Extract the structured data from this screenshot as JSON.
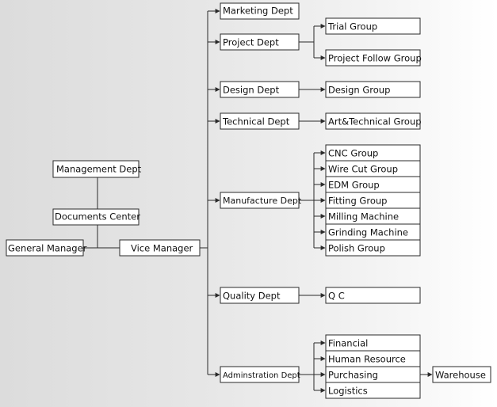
{
  "diagram": {
    "colors": {
      "box": "#ffffff",
      "line": "#2a2a2a",
      "text": "#111111"
    },
    "nodes": {
      "management": "Management Dept",
      "documents": "Documents Center",
      "general_manager": "General Manager",
      "vice_manager": "Vice Manager",
      "marketing": "Marketing Dept",
      "project": "Project Dept",
      "design": "Design Dept",
      "technical": "Technical Dept",
      "manufacture": "Manufacture Dept",
      "quality": "Quality Dept",
      "administration": "Adminstration Dept",
      "trial_group": "Trial Group",
      "project_follow_group": "Project Follow Group",
      "design_group": "Design Group",
      "art_technical_group": "Art&Technical Group",
      "cnc_group": "CNC Group",
      "wire_cut_group": "Wire Cut Group",
      "edm_group": "EDM Group",
      "fitting_group": "Fitting Group",
      "milling_machine": "Milling Machine",
      "grinding_machine": "Grinding Machine",
      "polish_group": "Polish Group",
      "qc": "Q C",
      "financial": "Financial",
      "human_resource": "Human Resource",
      "purchasing": "Purchasing",
      "logistics": "Logistics",
      "warehouse": "Warehouse"
    }
  }
}
